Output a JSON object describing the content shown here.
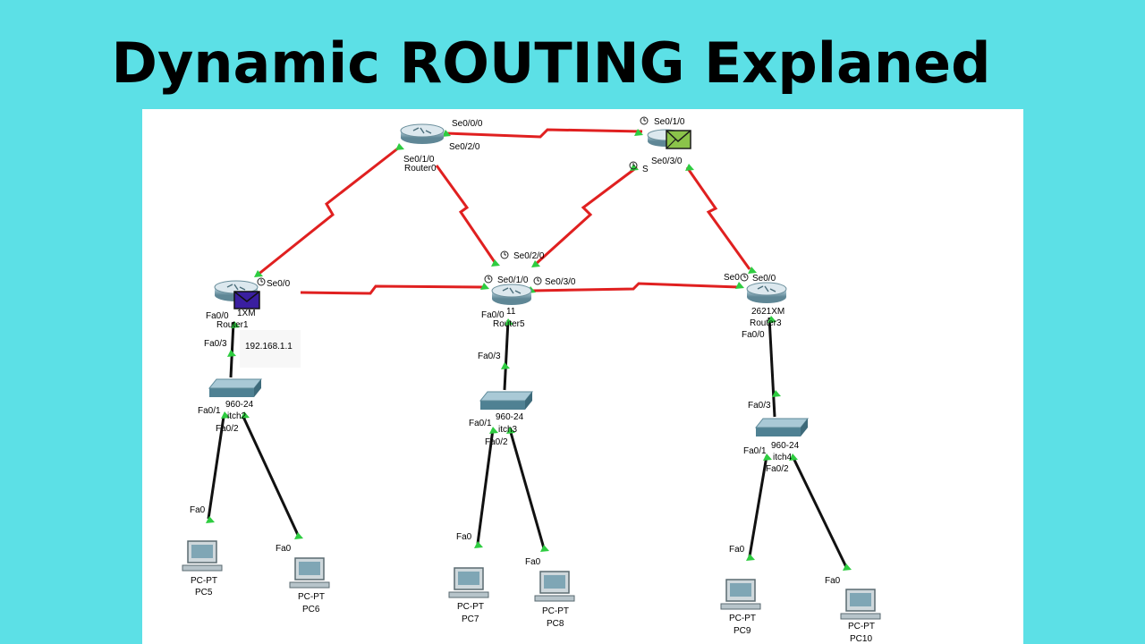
{
  "title": "Dynamic ROUTING Explaned",
  "colors": {
    "background": "#5ce0e6",
    "serial_link": "#e02020",
    "ethernet_link": "#111111",
    "port_up": "#2ecc40",
    "envelope_purple": "#3a1fa0",
    "envelope_green": "#8bc34a"
  },
  "routers": [
    {
      "id": "router-top-left",
      "labels": [
        "Router0"
      ],
      "ports": [
        "Se0/0/0",
        "Se0/2/0",
        "Se0/1/0"
      ]
    },
    {
      "id": "router-top-right",
      "labels": [
        "S"
      ],
      "ports": [
        "Se0/1/0",
        "Se0/3/0"
      ]
    },
    {
      "id": "router1",
      "labels": [
        "1XM",
        "Router1"
      ],
      "ports": [
        "Se0/0",
        "Fa0/0"
      ]
    },
    {
      "id": "router5",
      "labels": [
        "11",
        "Router5"
      ],
      "ports": [
        "Se0/2/0",
        "Se0/1/0",
        "Se0/3/0",
        "Fa0/0"
      ]
    },
    {
      "id": "router3",
      "labels": [
        "2621XM",
        "Router3"
      ],
      "ports": [
        "Se0",
        "Se0/0",
        "Fa0/0"
      ]
    }
  ],
  "ip_tag": "192.168.1.1",
  "switches": [
    {
      "id": "switch1",
      "labels": [
        "960-24",
        "itch2"
      ],
      "ports": [
        "Fa0/3",
        "Fa0/1",
        "Fa0/2"
      ]
    },
    {
      "id": "switch2",
      "labels": [
        "960-24",
        "itch3"
      ],
      "ports": [
        "Fa0/3",
        "Fa0/1",
        "Fa0/2"
      ]
    },
    {
      "id": "switch3",
      "labels": [
        "960-24",
        "itch4"
      ],
      "ports": [
        "Fa0/3",
        "Fa0/1",
        "Fa0/2"
      ]
    }
  ],
  "pcs": [
    {
      "id": "pc5",
      "type": "PC-PT",
      "name": "PC5",
      "port": "Fa0"
    },
    {
      "id": "pc6",
      "type": "PC-PT",
      "name": "PC6",
      "port": "Fa0"
    },
    {
      "id": "pc7",
      "type": "PC-PT",
      "name": "PC7",
      "port": "Fa0"
    },
    {
      "id": "pc8",
      "type": "PC-PT",
      "name": "PC8",
      "port": "Fa0"
    },
    {
      "id": "pc9",
      "type": "PC-PT",
      "name": "PC9",
      "port": "Fa0"
    },
    {
      "id": "pc10",
      "type": "PC-PT",
      "name": "PC10",
      "port": "Fa0"
    }
  ]
}
